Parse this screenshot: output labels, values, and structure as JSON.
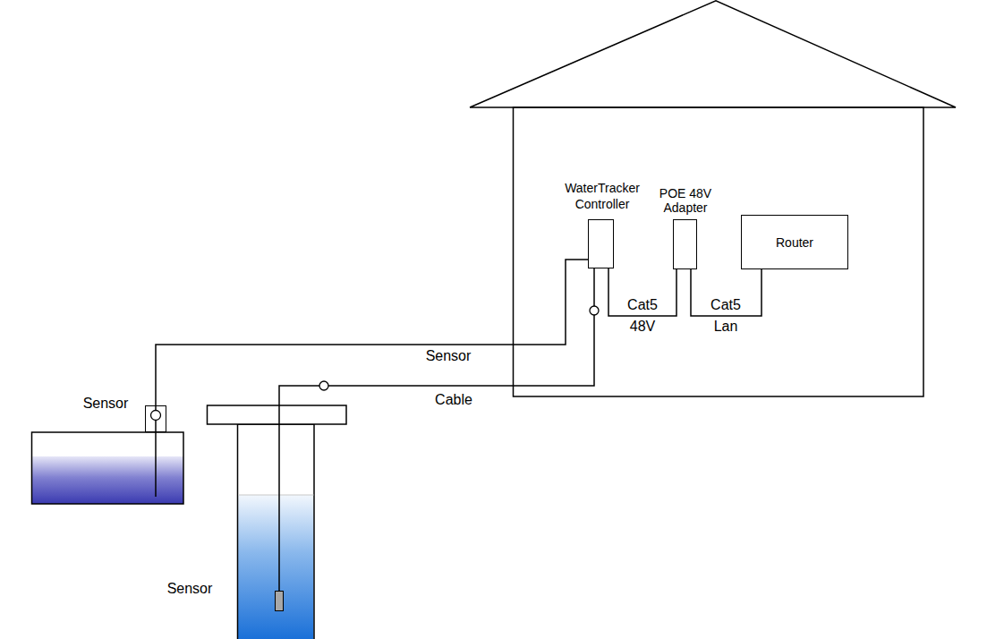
{
  "diagram": {
    "nodes": [
      {
        "text": [
          "WaterTracker Controller"
        ]
      },
      {
        "text": [
          "POE 48V Adapter"
        ]
      },
      {
        "text": [
          "Router"
        ]
      },
      {
        "text": [
          "Sensor"
        ]
      },
      {
        "text": [
          "Sensor"
        ]
      }
    ],
    "edges": [
      {
        "from": 0,
        "to": 1,
        "label": "Cat5 48V",
        "arrow": "none"
      },
      {
        "from": 1,
        "to": 2,
        "label": "Cat5 Lan",
        "arrow": "none"
      },
      {
        "from": 0,
        "to": 3,
        "label": "Sensor",
        "arrow": "none"
      },
      {
        "from": 0,
        "to": 4,
        "label": "Cable",
        "arrow": "none"
      }
    ]
  }
}
